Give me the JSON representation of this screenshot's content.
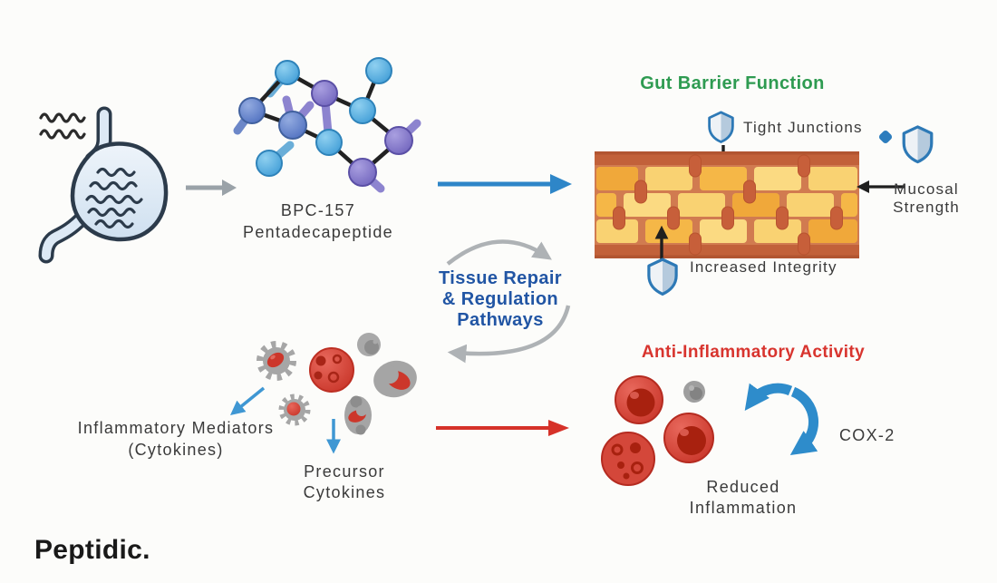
{
  "canvas": {
    "background": "#fcfcfa"
  },
  "logo": {
    "text": "Peptidic."
  },
  "molecule": {
    "line1": "BPC-157",
    "line2": "Pentadecapeptide"
  },
  "gut_barrier": {
    "title": "Gut Barrier Function",
    "tight_junctions": "Tight Junctions",
    "mucosal_line1": "Mucosal",
    "mucosal_line2": "Strength",
    "increased_integrity": "Increased Integrity"
  },
  "pathways": {
    "line1": "Tissue Repair",
    "line2": "& Regulation",
    "line3": "Pathways"
  },
  "inflammation": {
    "mediators_line1": "Inflammatory Mediators",
    "mediators_line2": "(Cytokines)",
    "precursor_line1": "Precursor",
    "precursor_line2": "Cytokines"
  },
  "anti_inflammatory": {
    "title": "Anti-Inflammatory Activity",
    "cox2": "COX-2",
    "reduced_line1": "Reduced",
    "reduced_line2": "Inflammation"
  },
  "colors": {
    "title_green": "#2e9b51",
    "title_red": "#d8342e",
    "title_blue": "#2155a4",
    "arrow_blue": "#2e86c8",
    "arrow_red": "#d63229",
    "arrow_gray": "#9aa2a8",
    "wall_band": "#c2613a",
    "wall_mortar": "#d17b50",
    "brick_gold": "#f5b747",
    "shield_stroke": "#2d79b6",
    "label_dark": "#3a3a3a"
  },
  "icons": {
    "stomach": "stomach-icon",
    "molecule": "molecule-icon",
    "shield": "shield-icon",
    "wall": "gut-barrier-wall-icon",
    "cells": "cytokine-cells-icon",
    "red_cells": "red-blood-cells-icon",
    "cycle": "cycle-arrows-icon"
  }
}
